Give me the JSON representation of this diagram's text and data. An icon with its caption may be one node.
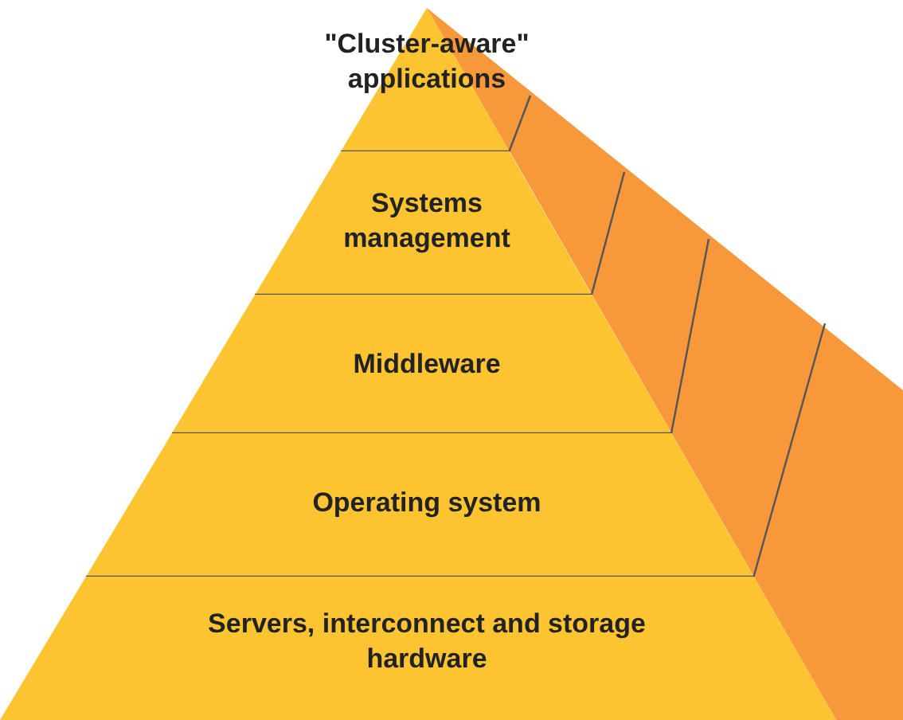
{
  "diagram": {
    "nodes": [
      {
        "text": [
          "\"Cluster-aware\" applications"
        ]
      },
      {
        "text": [
          "Systems management"
        ]
      },
      {
        "text": [
          "Middleware"
        ]
      },
      {
        "text": [
          "Operating system"
        ]
      },
      {
        "text": [
          "Servers, interconnect and storage hardware"
        ]
      }
    ]
  }
}
